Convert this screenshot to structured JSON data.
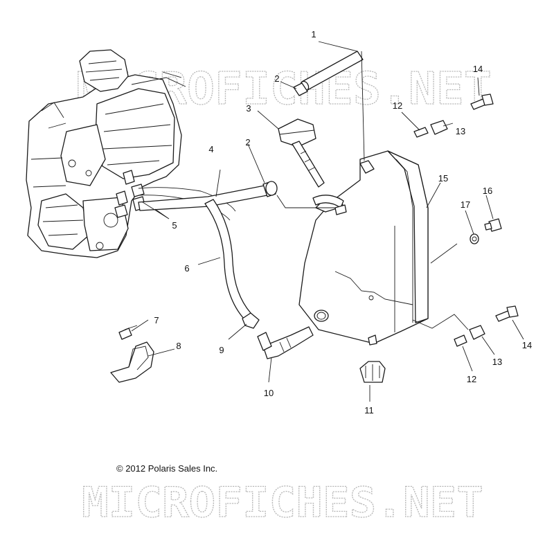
{
  "watermark": {
    "top_text": "MICROFICHES.NET",
    "bottom_text": "MICROFICHES.NET",
    "color": "#b9b9b9"
  },
  "copyright": "© 2012 Polaris Sales Inc.",
  "callouts": {
    "c1": "1",
    "c2a": "2",
    "c2b": "2",
    "c3": "3",
    "c4": "4",
    "c5": "5",
    "c6": "6",
    "c7": "7",
    "c8": "8",
    "c9": "9",
    "c10": "10",
    "c11": "11",
    "c12a": "12",
    "c12b": "12",
    "c13a": "13",
    "c13b": "13",
    "c14a": "14",
    "c14b": "14",
    "c15": "15",
    "c16": "16",
    "c17": "17"
  }
}
